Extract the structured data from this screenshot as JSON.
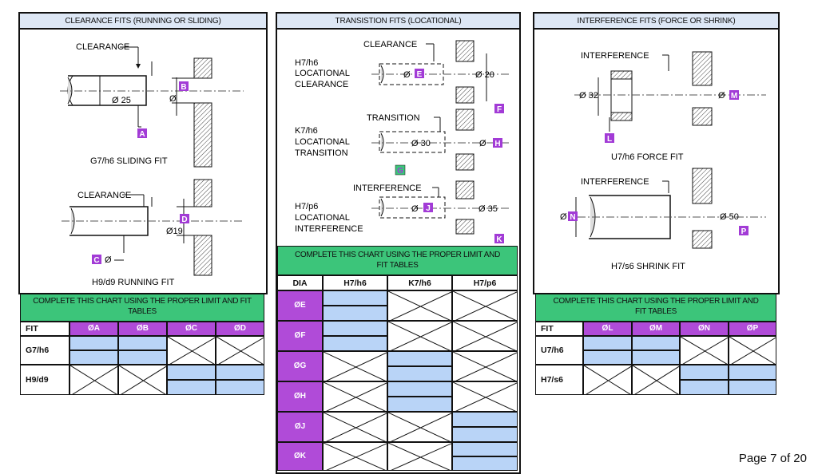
{
  "panels": {
    "clearance": {
      "title": "CLEARANCE FITS (RUNNING OR SLIDING)"
    },
    "transition": {
      "title": "TRANSISTION FITS (LOCATIONAL)"
    },
    "interference": {
      "title": "INTERFERENCE FITS (FORCE OR SHRINK)"
    }
  },
  "drawings": {
    "sliding": {
      "note": "CLEARANCE",
      "dia_shaft": "Ø 25",
      "dia_hole": "Ø",
      "tag_a": "A",
      "tag_b": "B",
      "caption": "G7/h6 SLIDING FIT"
    },
    "running": {
      "note": "CLEARANCE",
      "dia_shaft": "Ø",
      "dia_hole": "Ø19",
      "tag_c": "C",
      "tag_d": "D",
      "caption": "H9/d9 RUNNING FIT"
    },
    "loc_clear": {
      "fit": "H7/h6",
      "l1": "LOCATIONAL",
      "l2": "CLEARANCE",
      "note": "CLEARANCE",
      "dia_shaft": "Ø",
      "dia_hole": "Ø 20",
      "tag_e": "E",
      "tag_f": "F"
    },
    "loc_trans": {
      "fit": "K7/h6",
      "l1": "LOCATIONAL",
      "l2": "TRANSITION",
      "note": "TRANSITION",
      "dia_shaft": "Ø 30",
      "dia_hole": "Ø",
      "tag_g": "G",
      "tag_h": "H"
    },
    "loc_interf": {
      "fit": "H7/p6",
      "l1": "LOCATIONAL",
      "l2": "INTERFERENCE",
      "note": "INTERFERENCE",
      "dia_shaft": "Ø",
      "dia_hole": "Ø 35",
      "tag_j": "J",
      "tag_k": "K"
    },
    "force": {
      "note": "INTERFERENCE",
      "dia_shaft": "Ø 32",
      "dia_hole": "Ø",
      "tag_l": "L",
      "tag_m": "M",
      "caption": "U7/h6 FORCE FIT"
    },
    "shrink": {
      "note": "INTERFERENCE",
      "dia_shaft": "Ø",
      "dia_hole": "Ø 50",
      "tag_n": "N",
      "tag_p": "P",
      "caption": "H7/s6 SHRINK FIT"
    }
  },
  "charts": {
    "clearance": {
      "instruction": "COMPLETE THIS CHART USING THE PROPER LIMIT AND FIT TABLES",
      "columns": [
        "FIT",
        "ØA",
        "ØB",
        "ØC",
        "ØD"
      ],
      "rows": [
        "G7/h6",
        "H9/d9"
      ]
    },
    "transition": {
      "instruction": "COMPLETE THIS CHART USING THE PROPER LIMIT AND FIT TABLES",
      "columns": [
        "DIA",
        "H7/h6",
        "K7/h6",
        "H7/p6"
      ],
      "rows": [
        "ØE",
        "ØF",
        "ØG",
        "ØH",
        "ØJ",
        "ØK"
      ]
    },
    "interference": {
      "instruction": "COMPLETE THIS CHART USING THE PROPER LIMIT AND FIT TABLES",
      "columns": [
        "FIT",
        "ØL",
        "ØM",
        "ØN",
        "ØP"
      ],
      "rows": [
        "U7/h6",
        "H7/s6"
      ]
    }
  },
  "footer": {
    "page": "Page 7 of 20"
  },
  "colors": {
    "answer_cell": "#b9d4f7",
    "header": "#b04bd8",
    "instruction": "#3cc57a",
    "tag": "#a23bd6"
  }
}
